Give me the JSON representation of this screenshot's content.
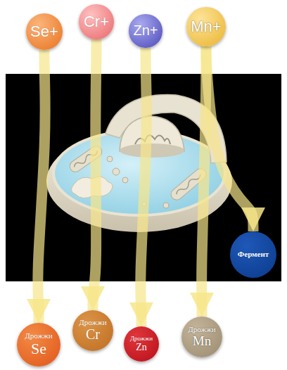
{
  "diagram": {
    "nodes": [
      {
        "text": [
          "Se+"
        ]
      },
      {
        "text": [
          "Cr+"
        ]
      },
      {
        "text": [
          "Zn+"
        ]
      },
      {
        "text": [
          "Mn+"
        ]
      },
      {
        "text": [
          "Фермент"
        ]
      },
      {
        "text": [
          "Дрожжи",
          "Se"
        ]
      },
      {
        "text": [
          "Дрожжи",
          "Cr"
        ]
      },
      {
        "text": [
          "Дрожжи",
          "Zn"
        ]
      },
      {
        "text": [
          "Дрожжи",
          "Mn"
        ]
      }
    ],
    "edges": [
      {
        "from": 0,
        "to": 5,
        "arrow": "to"
      },
      {
        "from": 1,
        "to": 6,
        "arrow": "to"
      },
      {
        "from": 2,
        "to": 7,
        "arrow": "to"
      },
      {
        "from": 3,
        "to": 8,
        "arrow": "to"
      },
      {
        "from": 3,
        "to": 4,
        "arrow": "to"
      }
    ]
  }
}
